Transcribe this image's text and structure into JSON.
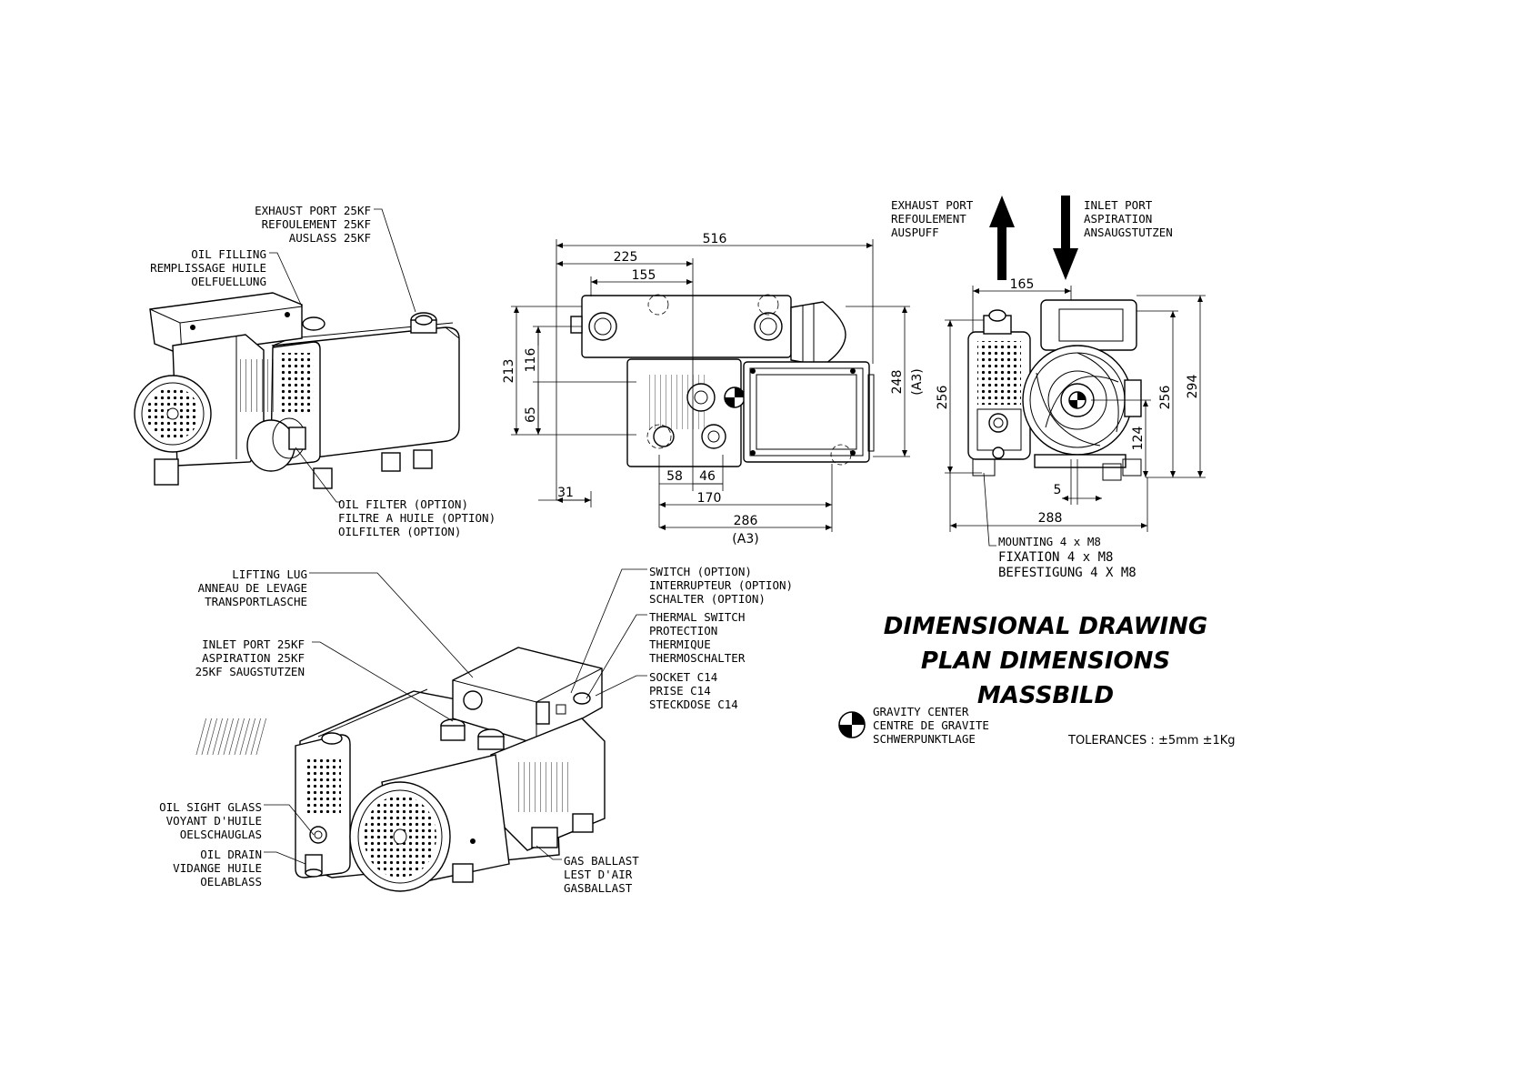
{
  "labels": {
    "exhaust_port_25kf": [
      "EXHAUST PORT 25KF",
      "REFOULEMENT 25KF",
      "AUSLASS 25KF"
    ],
    "oil_filling": [
      "OIL FILLING",
      "REMPLISSAGE HUILE",
      "OELFUELLUNG"
    ],
    "oil_filter": [
      "OIL FILTER (OPTION)",
      "FILTRE A HUILE (OPTION)",
      "OILFILTER (OPTION)"
    ],
    "exhaust_port": [
      "EXHAUST PORT",
      "REFOULEMENT",
      "AUSPUFF"
    ],
    "inlet_port": [
      "INLET PORT",
      "ASPIRATION",
      "ANSAUGSTUTZEN"
    ],
    "mounting": [
      "MOUNTING 4 x M8",
      "FIXATION 4 x M8",
      "BEFESTIGUNG 4 X M8"
    ],
    "lifting_lug": [
      "LIFTING LUG",
      "ANNEAU DE LEVAGE",
      "TRANSPORTLASCHE"
    ],
    "inlet_port_25kf": [
      "INLET PORT 25KF",
      "ASPIRATION 25KF",
      "25KF SAUGSTUTZEN"
    ],
    "switch": [
      "SWITCH (OPTION)",
      "INTERRUPTEUR (OPTION)",
      "SCHALTER (OPTION)"
    ],
    "thermal_switch": [
      "THERMAL SWITCH",
      "PROTECTION",
      "THERMIQUE",
      "THERMOSCHALTER"
    ],
    "socket": [
      "SOCKET C14",
      "PRISE C14",
      "STECKDOSE C14"
    ],
    "oil_sight_glass": [
      "OIL SIGHT GLASS",
      "VOYANT D'HUILE",
      "OELSCHAUGLAS"
    ],
    "oil_drain": [
      "OIL DRAIN",
      "VIDANGE HUILE",
      "OELABLASS"
    ],
    "gas_ballast": [
      "GAS BALLAST",
      "LEST D'AIR",
      "GASBALLAST"
    ],
    "gravity_center": [
      "GRAVITY CENTER",
      "CENTRE DE GRAVITE",
      "SCHWERPUNKTLAGE"
    ]
  },
  "title": [
    "DIMENSIONAL DRAWING",
    "PLAN DIMENSIONS",
    "MASSBILD"
  ],
  "tolerances": "TOLERANCES : ±5mm ±1Kg",
  "dimensions": {
    "side_view": {
      "overall_length": "516",
      "length_225": "225",
      "length_155": "155",
      "height_213": "213",
      "height_116": "116",
      "height_65": "65",
      "height_248": "248",
      "height_248_ref": "(A3)",
      "offset_31": "31",
      "offset_58": "58",
      "offset_46": "46",
      "length_170": "170",
      "length_286": "286",
      "length_286_ref": "(A3)"
    },
    "end_view": {
      "width_165": "165",
      "height_256_left": "256",
      "height_256_right": "256",
      "height_294": "294",
      "height_124": "124",
      "offset_5": "5",
      "width_288": "288"
    }
  }
}
